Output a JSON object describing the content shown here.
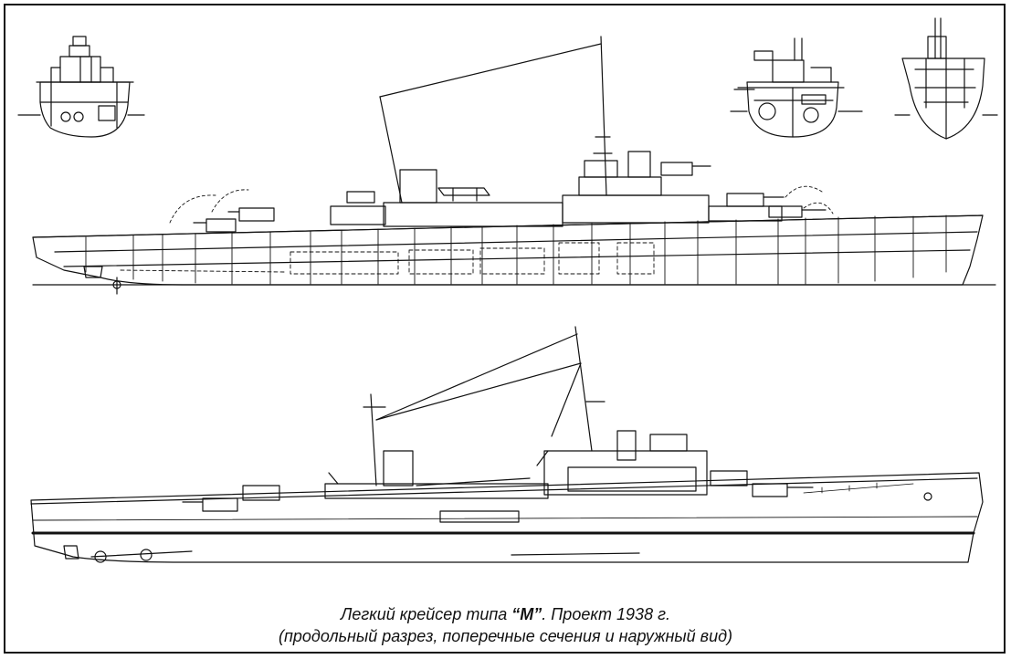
{
  "figure": {
    "caption": {
      "line1_prefix": "Легкий крейсер типа ",
      "line1_type": "“М”",
      "line1_suffix": ". Проект 1938 г.",
      "line2": "(продольный разрез, поперечные сечения и наружный вид)"
    },
    "views": [
      {
        "id": "cross-section-1",
        "kind": "cross-section"
      },
      {
        "id": "cross-section-2",
        "kind": "cross-section"
      },
      {
        "id": "cross-section-3",
        "kind": "cross-section"
      },
      {
        "id": "longitudinal-section",
        "kind": "longitudinal section"
      },
      {
        "id": "outboard-profile",
        "kind": "exterior profile"
      }
    ],
    "colors": {
      "ink": "#111111",
      "paper": "#ffffff"
    }
  }
}
